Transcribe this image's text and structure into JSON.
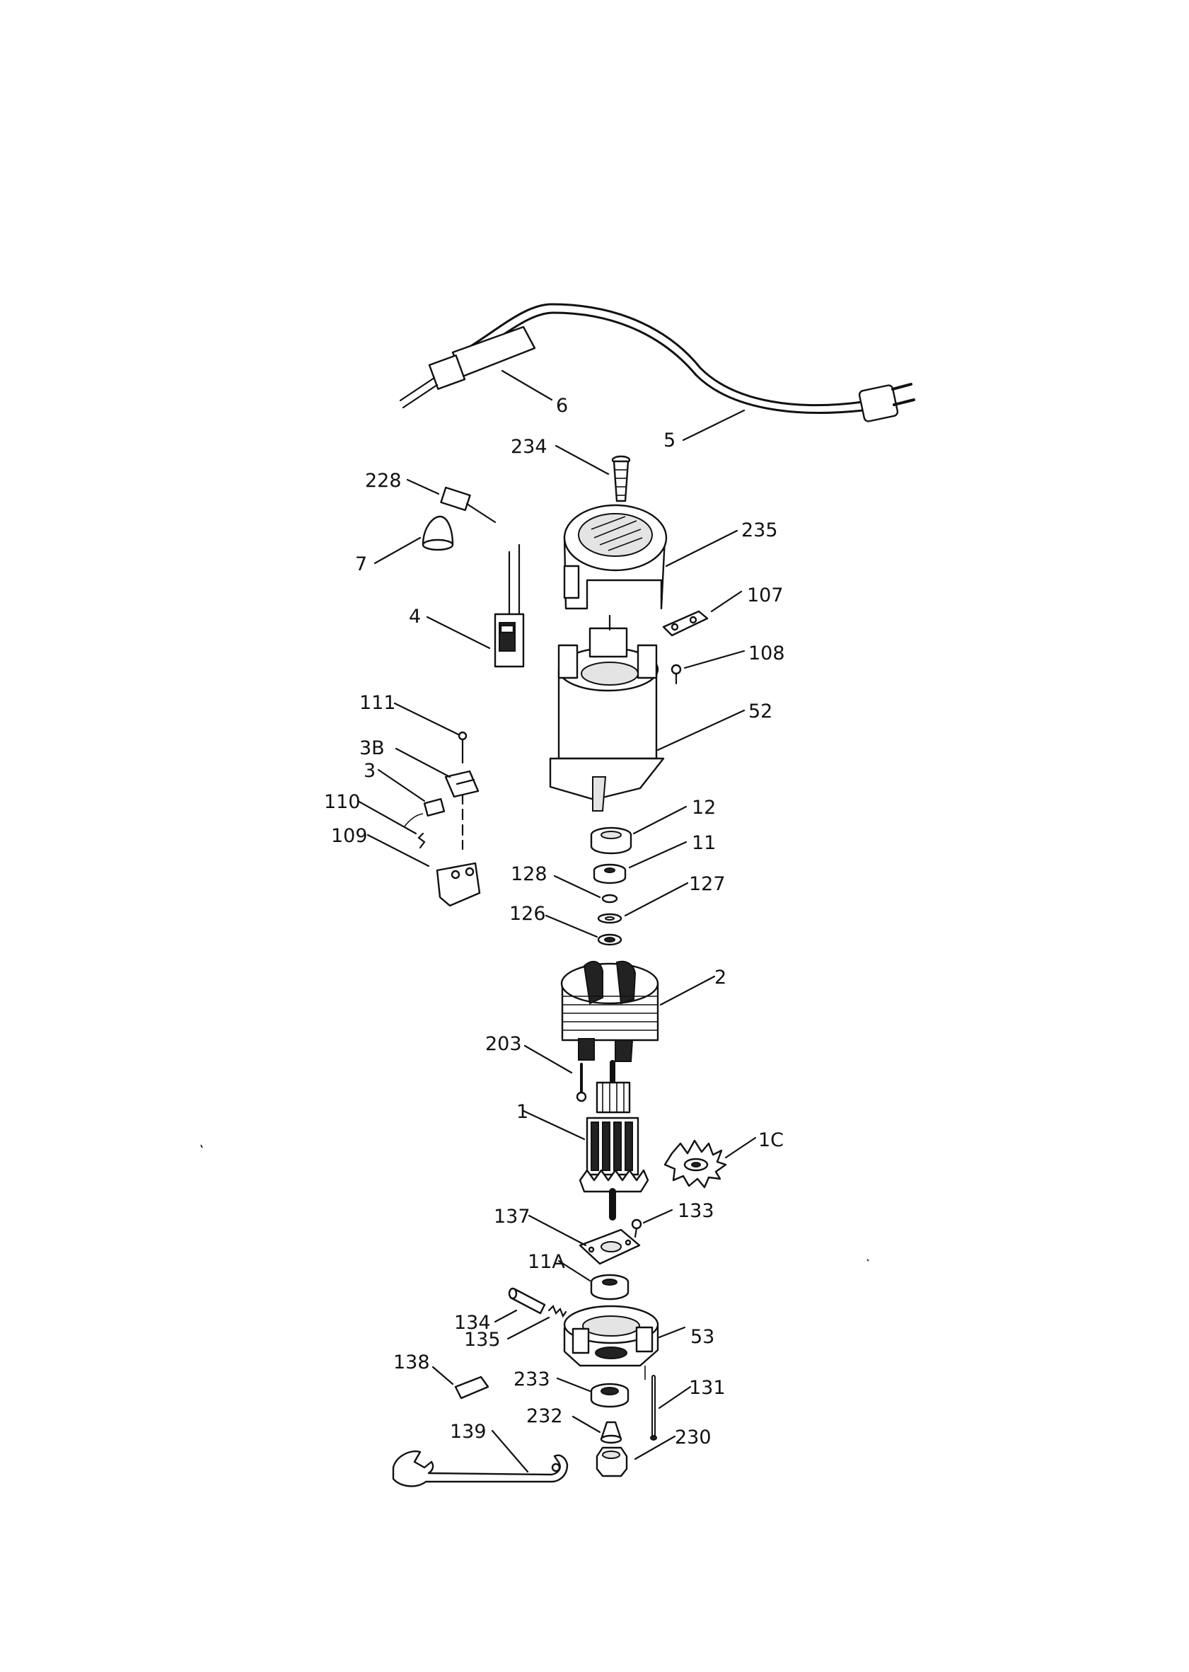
{
  "diagram": {
    "colors": {
      "ink": "#111111",
      "paper": "#ffffff",
      "shade": "#e4e4e4"
    },
    "labels": [
      "6",
      "5",
      "234",
      "228",
      "235",
      "7",
      "107",
      "4",
      "108",
      "52",
      "111",
      "3B",
      "3",
      "110",
      "109",
      "12",
      "11",
      "128",
      "127",
      "126",
      "2",
      "203",
      "1",
      "1C",
      "137",
      "133",
      "11A",
      "134",
      "135",
      "53",
      "138",
      "233",
      "131",
      "232",
      "139",
      "230"
    ]
  }
}
